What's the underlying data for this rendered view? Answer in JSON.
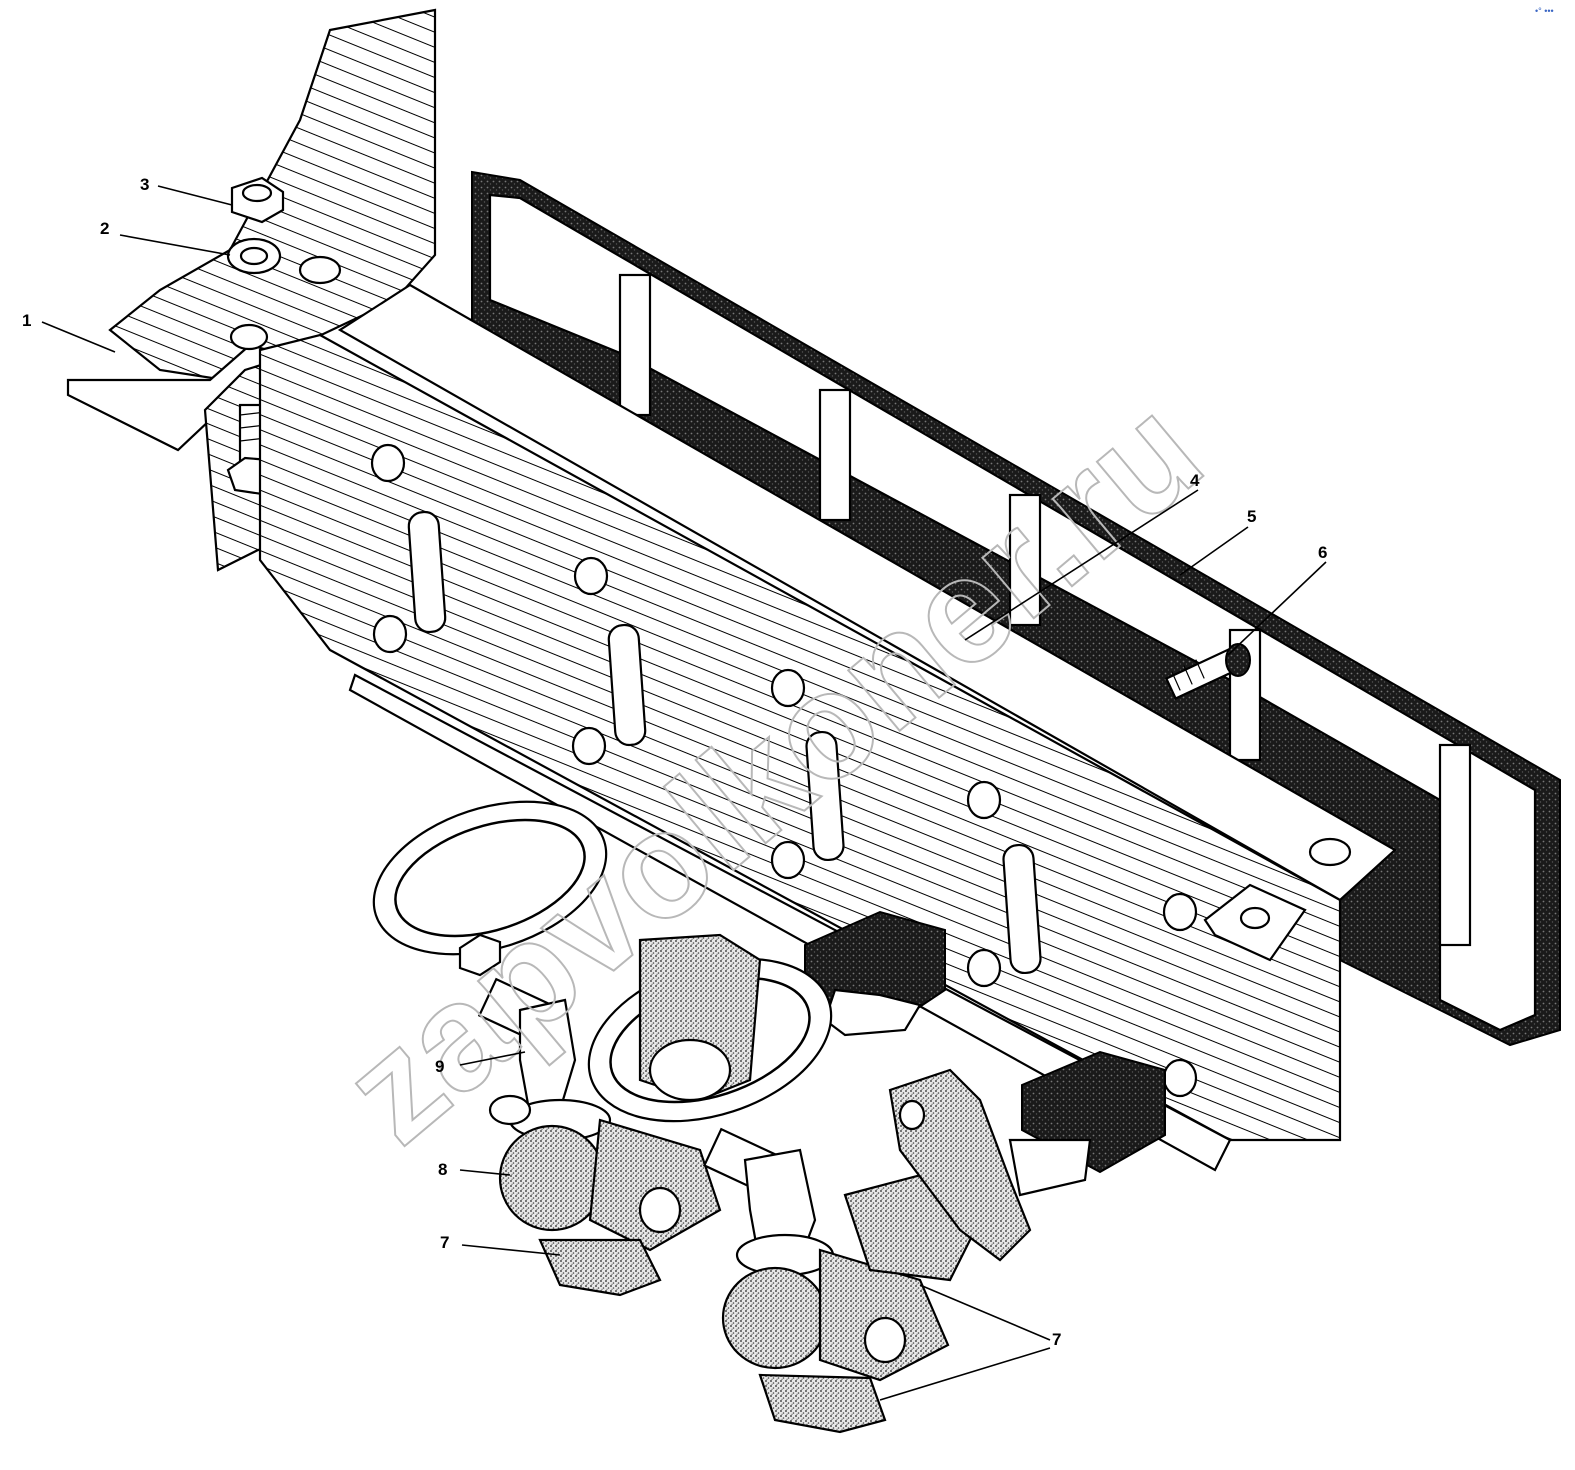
{
  "watermark": "zapvolkoner.ru",
  "corner_mark": "•° •••",
  "callouts": [
    {
      "id": "1",
      "label": "1"
    },
    {
      "id": "2",
      "label": "2"
    },
    {
      "id": "3",
      "label": "3"
    },
    {
      "id": "4",
      "label": "4"
    },
    {
      "id": "5",
      "label": "5"
    },
    {
      "id": "6",
      "label": "6"
    },
    {
      "id": "7a",
      "label": "7"
    },
    {
      "id": "7b",
      "label": "7"
    },
    {
      "id": "8",
      "label": "8"
    },
    {
      "id": "9",
      "label": "9"
    }
  ]
}
